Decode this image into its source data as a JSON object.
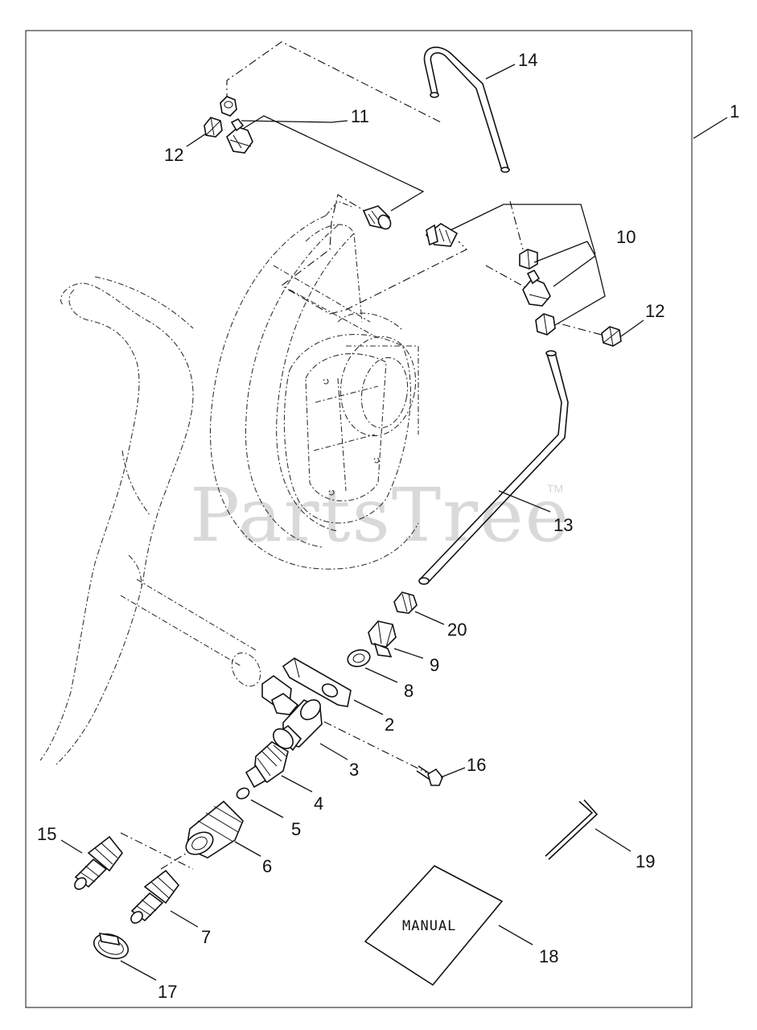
{
  "watermark": {
    "text": "PartsTree",
    "trademark": "TM"
  },
  "manual_label": "MANUAL",
  "callouts": [
    {
      "id": "c1",
      "label": "1"
    },
    {
      "id": "c2",
      "label": "2"
    },
    {
      "id": "c3",
      "label": "3"
    },
    {
      "id": "c4",
      "label": "4"
    },
    {
      "id": "c5",
      "label": "5"
    },
    {
      "id": "c6",
      "label": "6"
    },
    {
      "id": "c7",
      "label": "7"
    },
    {
      "id": "c8",
      "label": "8"
    },
    {
      "id": "c9",
      "label": "9"
    },
    {
      "id": "c10",
      "label": "10"
    },
    {
      "id": "c11",
      "label": "11"
    },
    {
      "id": "c12a",
      "label": "12"
    },
    {
      "id": "c12b",
      "label": "12"
    },
    {
      "id": "c13",
      "label": "13"
    },
    {
      "id": "c14",
      "label": "14"
    },
    {
      "id": "c15",
      "label": "15"
    },
    {
      "id": "c16",
      "label": "16"
    },
    {
      "id": "c17",
      "label": "17"
    },
    {
      "id": "c18",
      "label": "18"
    },
    {
      "id": "c19",
      "label": "19"
    },
    {
      "id": "c20",
      "label": "20"
    }
  ]
}
